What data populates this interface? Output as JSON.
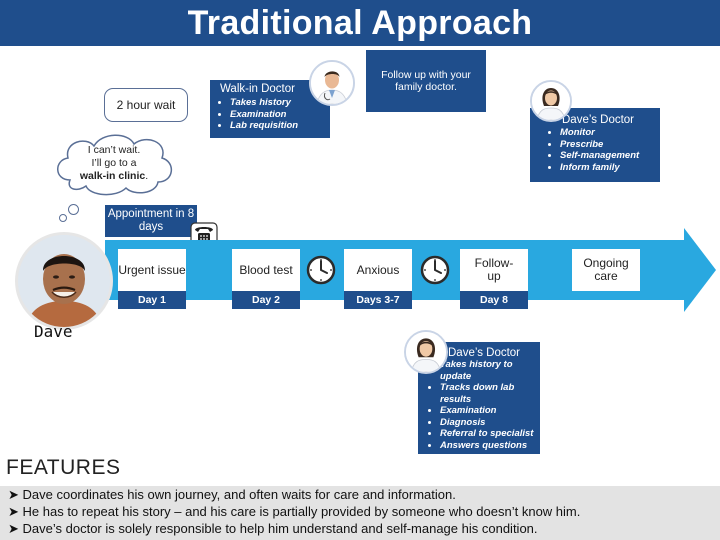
{
  "title": "Traditional Approach",
  "wait_bubble": "2 hour wait",
  "thought": {
    "line1": "I can’t wait.",
    "line2": "I’ll go to a",
    "line3_bold": "walk-in clinic",
    "line3_end": "."
  },
  "walk_in": {
    "title": "Walk-in Doctor",
    "bullets": [
      "Takes history",
      "Examination",
      "Lab requisition"
    ]
  },
  "follow_up_note": "Follow up with your family doctor.",
  "daves_doctor_top": {
    "title": "Dave’s Doctor",
    "bullets": [
      "Monitor",
      "Prescribe",
      "Self-management",
      "Inform family"
    ]
  },
  "appointment": "Appointment in 8 days",
  "patient_name": "Dave",
  "timeline": {
    "steps": [
      "Urgent issue",
      "Blood test",
      "Anxious",
      "Follow-up",
      "Ongoing care"
    ],
    "days": [
      "Day 1",
      "Day 2",
      "Days 3-7",
      "Day 8"
    ]
  },
  "daves_doctor_bottom": {
    "title": "Dave’s Doctor",
    "bullets": [
      "Takes history to update",
      "Tracks down lab results",
      "Examination",
      "Diagnosis",
      "Referral to specialist",
      "Answers questions"
    ]
  },
  "features_label": "FEATURES",
  "features": [
    "Dave coordinates his own journey, and often waits for care and information.",
    "He has to repeat his story – and his care is partially provided by someone who doesn’t know him.",
    "Dave’s doctor is solely responsible to help him understand and self-manage his condition."
  ],
  "colors": {
    "navy": "#1f4e8c",
    "ribbon": "#29a8e0"
  }
}
